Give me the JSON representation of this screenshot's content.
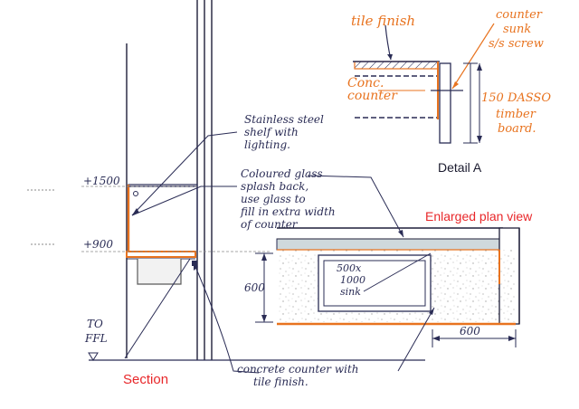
{
  "labels": {
    "tile_finish": "tile finish",
    "counter_sunk": [
      "counter",
      "sunk",
      "s/s screw"
    ],
    "conc_counter": [
      "Conc.",
      "counter"
    ],
    "timber_board": [
      "150 DASSO",
      "timber",
      "board."
    ],
    "detail_a": "Detail A",
    "stainless_shelf": [
      "Stainless steel",
      "shelf with",
      "lighting."
    ],
    "coloured_glass": [
      "Coloured glass",
      "splash back,",
      "use glass to",
      "fill in extra width",
      "of counter"
    ],
    "enlarged_plan_view": "Enlarged plan view",
    "height_1500": "+1500",
    "height_900": "+900",
    "to_ffl": [
      "TO",
      "FFL"
    ],
    "dim_600_vertical": "600",
    "sink": [
      "500x",
      "1000",
      "sink"
    ],
    "dim_600_horizontal": "600",
    "section": "Section",
    "concrete_counter": [
      "concrete counter with",
      "tile finish."
    ]
  }
}
